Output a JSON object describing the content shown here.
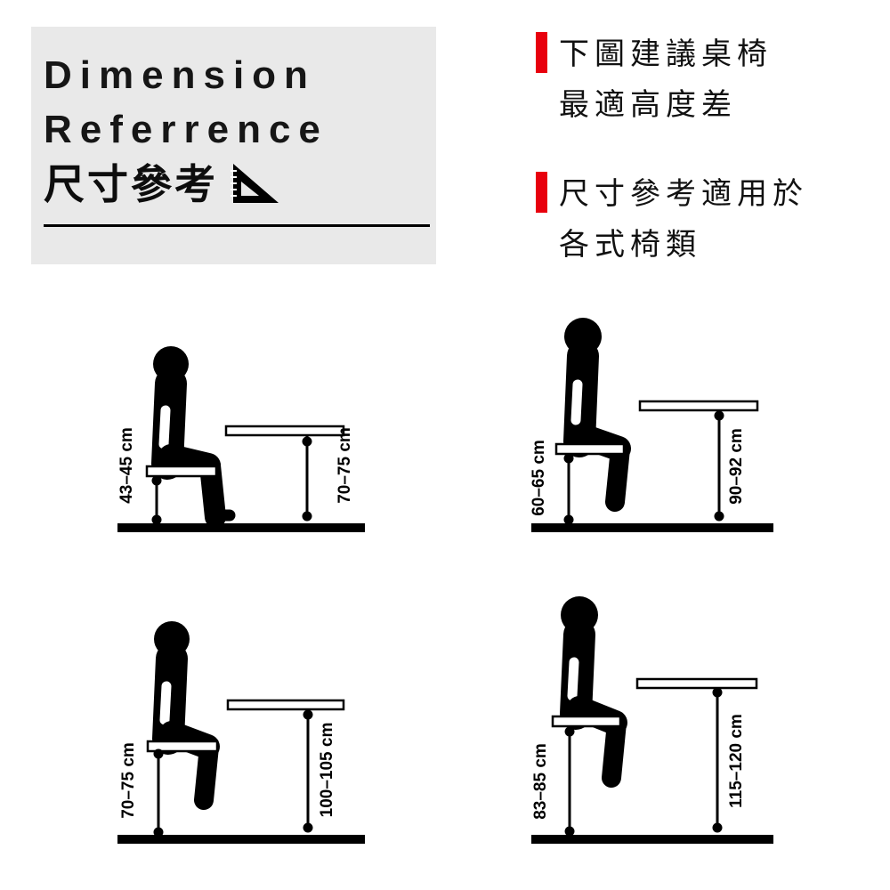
{
  "colors": {
    "accent_red": "#e8000d",
    "header_bg": "#e9e9e9",
    "ink": "#000000"
  },
  "header": {
    "title_line1": "Dimension",
    "title_line2": "Referrence",
    "title_zh": "尺寸參考",
    "ruler_icon": "set-square-icon"
  },
  "notes": [
    {
      "line1": "下圖建議桌椅",
      "line2": "最適高度差"
    },
    {
      "line1": "尺寸參考適用於",
      "line2": "各式椅類"
    }
  ],
  "diagrams": [
    {
      "name": "low-chair",
      "seat_height": "43–45 cm",
      "desk_height": "70–75 cm"
    },
    {
      "name": "mid-chair",
      "seat_height": "60–65 cm",
      "desk_height": "90–92 cm"
    },
    {
      "name": "high-chair",
      "seat_height": "70–75 cm",
      "desk_height": "100–105 cm"
    },
    {
      "name": "bar-chair",
      "seat_height": "83–85 cm",
      "desk_height": "115–120 cm"
    }
  ]
}
